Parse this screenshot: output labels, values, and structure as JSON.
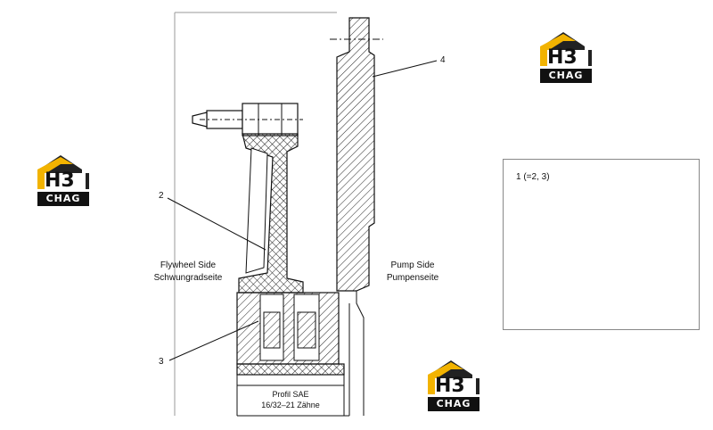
{
  "labels": {
    "flywheel_en": "Flywheel Side",
    "flywheel_de": "Schwungradseite",
    "pump_en": "Pump Side",
    "pump_de": "Pumpenseite",
    "profile_line1": "Profil SAE",
    "profile_line2": "16/32–21 Zähne"
  },
  "callouts": [
    "4",
    "2",
    "3"
  ],
  "inset": {
    "title": "1 (=2, 3)"
  },
  "logo": {
    "mark": "H3",
    "word": "CHAG",
    "accent": "#f2b300"
  }
}
